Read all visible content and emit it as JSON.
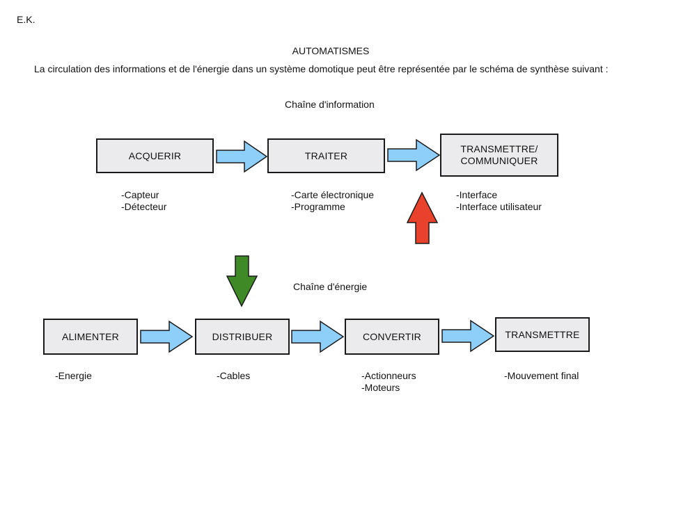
{
  "author": "E.K.",
  "title": "AUTOMATISMES",
  "intro": "La circulation des informations et de l'énergie dans un système domotique peut être représentée par le schéma de synthèse suivant :",
  "info_chain": {
    "label": "Chaîne d'information",
    "steps": [
      {
        "label": "ACQUERIR",
        "items": [
          "-Capteur",
          "-Détecteur"
        ]
      },
      {
        "label": "TRAITER",
        "items": [
          "-Carte électronique",
          "-Programme"
        ]
      },
      {
        "label": "TRANSMETTRE/\nCOMMUNIQUER",
        "items": [
          "-Interface",
          "-Interface utilisateur"
        ]
      }
    ]
  },
  "energy_chain": {
    "label": "Chaîne d'énergie",
    "steps": [
      {
        "label": "ALIMENTER",
        "items": [
          "-Energie"
        ]
      },
      {
        "label": "DISTRIBUER",
        "items": [
          "-Cables"
        ]
      },
      {
        "label": "CONVERTIR",
        "items": [
          "-Actionneurs",
          "-Moteurs"
        ]
      },
      {
        "label": "TRANSMETTRE",
        "items": [
          "-Mouvement final"
        ]
      }
    ]
  },
  "colors": {
    "flow_arrow": "#8ecffa",
    "up_arrow": "#e8412c",
    "down_arrow": "#3f8a26",
    "box_fill": "#ebebed"
  }
}
